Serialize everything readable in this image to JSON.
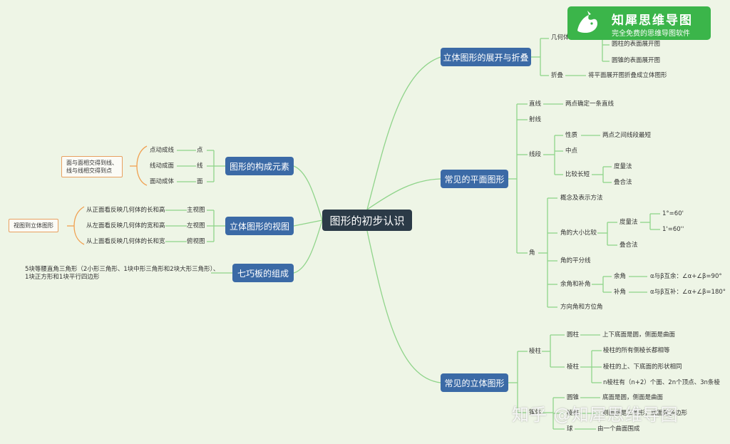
{
  "root": "图形的初步认识",
  "branches": {
    "unfold": {
      "title": "立体图形的展开与折叠",
      "item1": "几何体",
      "item1_children": [
        "圆柱的表面展开图",
        "圆锥的表面展开图"
      ],
      "item2": "折叠",
      "item2_desc": "将平面展开图折叠成立体图形"
    },
    "plane": {
      "title": "常见的平面图形",
      "line": "直线",
      "line_desc": "两点确定一条直线",
      "ray": "射线",
      "segment": "线段",
      "seg_property": "性质",
      "seg_property_desc": "两点之间线段最短",
      "seg_midpoint": "中点",
      "seg_compare": "比较长短",
      "seg_compare_children": [
        "度量法",
        "叠合法"
      ],
      "angle": "角",
      "angle_concept": "概念及表示方法",
      "angle_compare": "角的大小比较",
      "angle_measure": "度量法",
      "angle_measure_children": [
        "1°=60'",
        "1'=60''"
      ],
      "angle_overlap": "叠合法",
      "angle_bisector": "角的平分线",
      "angle_comp_supp": "余角和补角",
      "angle_comp": "余角",
      "angle_comp_desc": "α与β互余：∠α+∠β=90°",
      "angle_supp": "补角",
      "angle_supp_desc": "α与β互补：∠α+∠β=180°",
      "angle_direction": "方向角和方位角"
    },
    "solid": {
      "title": "常见的立体图形",
      "prism_group": "棱柱",
      "cylinder": "圆柱",
      "cylinder_desc": "上下底面是圆，侧面是曲面",
      "prism": "棱柱",
      "prism_children": [
        "棱柱的所有侧棱长都相等",
        "棱柱的上、下底面的形状相同",
        "n棱柱有（n+2）个面、2n个顶点、3n条棱"
      ],
      "cone_group": "锥体",
      "cone": "圆锥",
      "cone_desc": "底面是圆，侧面是曲面",
      "pyramid": "棱锥",
      "pyramid_desc": "侧面都是三角形，底面是多边形",
      "sphere": "球",
      "sphere_desc": "由一个曲面围成"
    },
    "elements": {
      "title": "图形的构成元素",
      "rows": [
        {
          "left": "点动成线",
          "right": "点"
        },
        {
          "left": "线动成面",
          "right": "线"
        },
        {
          "left": "面动成体",
          "right": "面"
        }
      ],
      "note": [
        "面与面相交得到线、",
        "线与线相交得到点"
      ]
    },
    "views": {
      "title": "立体图形的视图",
      "rows": [
        {
          "left": "从正面看反映几何体的长和高",
          "right": "主视图"
        },
        {
          "left": "从左面看反映几何体的宽和高",
          "right": "左视图"
        },
        {
          "left": "从上面看反映几何体的长和宽",
          "right": "俯视图"
        }
      ],
      "note": "视图到立体图形"
    },
    "tangram": {
      "title": "七巧板的组成",
      "desc": [
        "5块等腰直角三角形（2小形三角形、1块中形三角形和2块大形三角形）、",
        "1块正方形和1块平行四边形"
      ]
    }
  },
  "logo": {
    "title": "知犀思维导图",
    "subtitle": "完全免费的思维导图软件"
  },
  "watermark": "知乎 @知犀思维导图",
  "colors": {
    "root": "#2b3a47",
    "branch": "#3b6aa6",
    "line_green": "#8fd48a",
    "line_orange": "#f0a050",
    "logo": "#3bb54a"
  }
}
